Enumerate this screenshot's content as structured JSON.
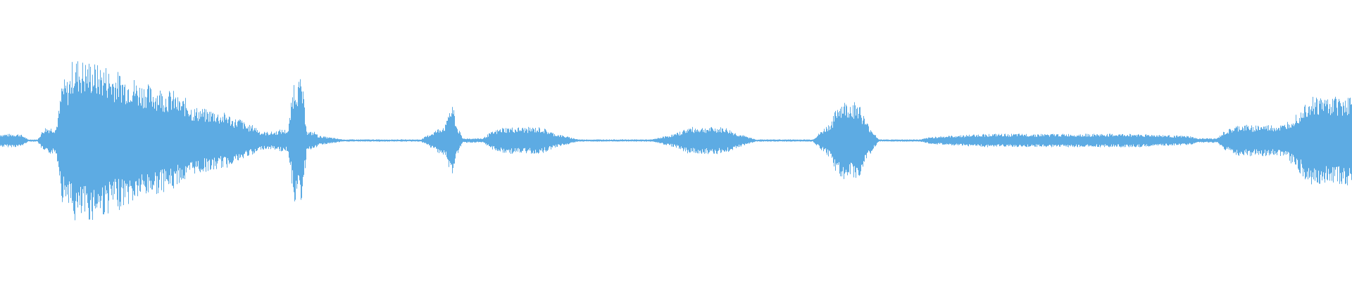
{
  "waveform": {
    "color": "#5dabe3",
    "background": "#ffffff",
    "duration_fraction_shown": 1.0,
    "segments": [
      {
        "start": 0.0,
        "end": 0.018,
        "peak": 0.06
      },
      {
        "start": 0.018,
        "end": 0.03,
        "peak": 0.01
      },
      {
        "start": 0.03,
        "end": 0.044,
        "peak": 0.12
      },
      {
        "start": 0.044,
        "end": 0.052,
        "peak": 0.55
      },
      {
        "start": 0.052,
        "end": 0.06,
        "peak": 0.74
      },
      {
        "start": 0.06,
        "end": 0.07,
        "peak": 0.72
      },
      {
        "start": 0.07,
        "end": 0.08,
        "peak": 0.68
      },
      {
        "start": 0.08,
        "end": 0.09,
        "peak": 0.62
      },
      {
        "start": 0.09,
        "end": 0.1,
        "peak": 0.58
      },
      {
        "start": 0.1,
        "end": 0.11,
        "peak": 0.52
      },
      {
        "start": 0.11,
        "end": 0.12,
        "peak": 0.48
      },
      {
        "start": 0.12,
        "end": 0.13,
        "peak": 0.45
      },
      {
        "start": 0.13,
        "end": 0.14,
        "peak": 0.38
      },
      {
        "start": 0.14,
        "end": 0.15,
        "peak": 0.3
      },
      {
        "start": 0.15,
        "end": 0.16,
        "peak": 0.28
      },
      {
        "start": 0.16,
        "end": 0.17,
        "peak": 0.25
      },
      {
        "start": 0.17,
        "end": 0.18,
        "peak": 0.2
      },
      {
        "start": 0.18,
        "end": 0.19,
        "peak": 0.14
      },
      {
        "start": 0.19,
        "end": 0.205,
        "peak": 0.08
      },
      {
        "start": 0.205,
        "end": 0.215,
        "peak": 0.1
      },
      {
        "start": 0.215,
        "end": 0.225,
        "peak": 0.55
      },
      {
        "start": 0.225,
        "end": 0.235,
        "peak": 0.08
      },
      {
        "start": 0.235,
        "end": 0.33,
        "peak": 0.01
      },
      {
        "start": 0.33,
        "end": 0.337,
        "peak": 0.3
      },
      {
        "start": 0.337,
        "end": 0.362,
        "peak": 0.02
      },
      {
        "start": 0.362,
        "end": 0.41,
        "peak": 0.12
      },
      {
        "start": 0.41,
        "end": 0.5,
        "peak": 0.01
      },
      {
        "start": 0.5,
        "end": 0.545,
        "peak": 0.12
      },
      {
        "start": 0.545,
        "end": 0.615,
        "peak": 0.01
      },
      {
        "start": 0.615,
        "end": 0.64,
        "peak": 0.35
      },
      {
        "start": 0.64,
        "end": 0.69,
        "peak": 0.01
      },
      {
        "start": 0.69,
        "end": 0.88,
        "peak": 0.06
      },
      {
        "start": 0.88,
        "end": 0.905,
        "peak": 0.02
      },
      {
        "start": 0.905,
        "end": 0.96,
        "peak": 0.14
      },
      {
        "start": 0.96,
        "end": 1.0,
        "peak": 0.4
      }
    ]
  }
}
